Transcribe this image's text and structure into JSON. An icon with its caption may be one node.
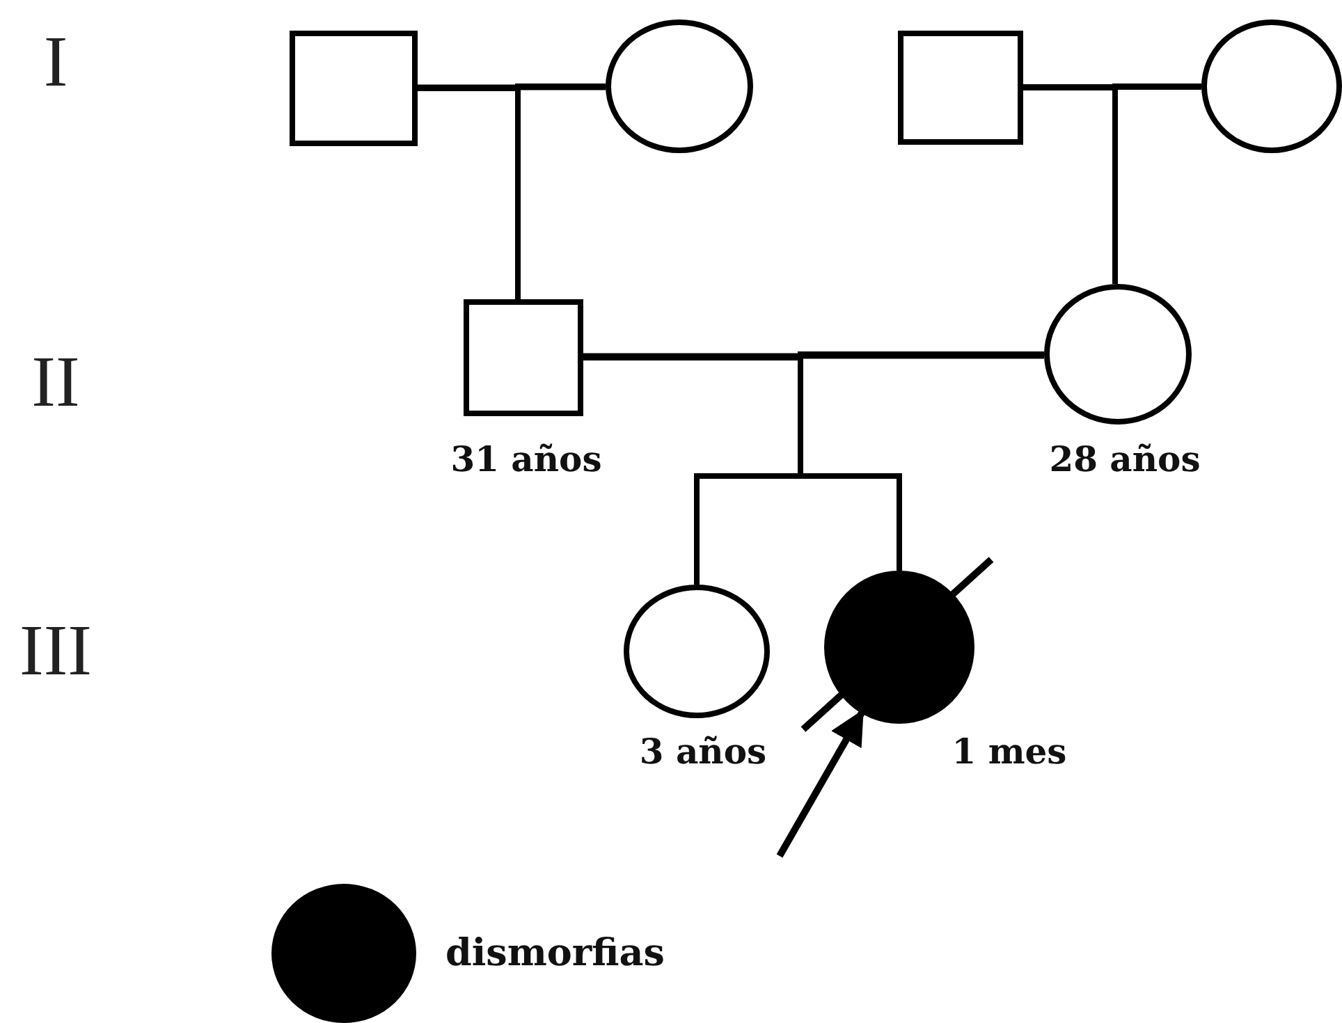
{
  "diagram": {
    "nodes": [
      {
        "text": [],
        "shape": "box"
      },
      {
        "text": [],
        "shape": "circle"
      },
      {
        "text": [],
        "shape": "box"
      },
      {
        "text": [],
        "shape": "circle"
      },
      {
        "text": [],
        "shape": "box",
        "beside": [
          "31 años"
        ]
      },
      {
        "text": [],
        "shape": "circle",
        "beside": [
          "28 años"
        ]
      },
      {
        "text": [],
        "shape": "circle",
        "beside": [
          "3 años"
        ]
      },
      {
        "text": [],
        "shape": "circle",
        "beside": [
          "1 mes"
        ]
      }
    ],
    "edges": [
      {
        "from": 0,
        "to": 1,
        "arrow": "none"
      },
      {
        "from": 0,
        "to": 4,
        "arrow": "none"
      },
      {
        "from": 1,
        "to": 4,
        "arrow": "none"
      },
      {
        "from": 2,
        "to": 3,
        "arrow": "none"
      },
      {
        "from": 2,
        "to": 5,
        "arrow": "none"
      },
      {
        "from": 3,
        "to": 5,
        "arrow": "none"
      },
      {
        "from": 4,
        "to": 5,
        "arrow": "none"
      },
      {
        "from": 4,
        "to": 6,
        "arrow": "none"
      },
      {
        "from": 5,
        "to": 6,
        "arrow": "none"
      },
      {
        "from": 4,
        "to": 7,
        "arrow": "none"
      },
      {
        "from": 5,
        "to": 7,
        "arrow": "none"
      },
      {
        "from": null,
        "to": 7,
        "arrow": "to"
      }
    ],
    "labels": [
      "I",
      "II",
      "III"
    ],
    "legend": [
      {
        "text": "dismorfias"
      }
    ]
  }
}
